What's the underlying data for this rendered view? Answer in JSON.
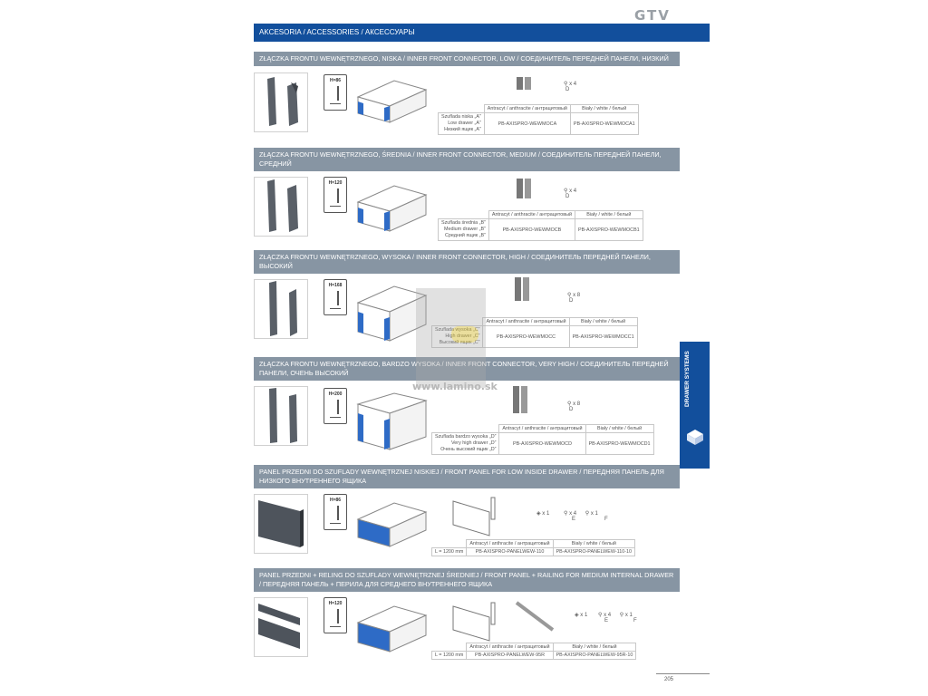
{
  "brand": {
    "logo": "GTV"
  },
  "header": {
    "title": "AKCESORIA / ACCESSORIES / АКСЕССУАРЫ"
  },
  "col_anthracite": "Antracyt / anthracite / антрацитовый",
  "col_white": "Biały / white / белый",
  "sections": [
    {
      "title": "ZŁĄCZKA FRONTU WEWNĘTRZNEGO, NISKA / INNER FRONT CONNECTOR, LOW / СОЕДИНИТЕЛЬ ПЕРЕДНЕЙ ПАНЕЛИ, НИЗКИЙ",
      "h_label": "H=86",
      "row_label_1": "Szuflada niska „A”",
      "row_label_2": "Low drawer „A”",
      "row_label_3": "Низкий ящик „A”",
      "code_anthracite": "PB-AXISPRO-WEWMOCA",
      "code_white": "PB-AXISPRO-WEWMOCA1",
      "screw_qty": "x 4",
      "screw_letter": "D"
    },
    {
      "title": "ZŁĄCZKA FRONTU WEWNĘTRZNEGO, ŚREDNIA / INNER FRONT CONNECTOR, MEDIUM / СОЕДИНИТЕЛЬ ПЕРЕДНЕЙ ПАНЕЛИ, СРЕДНИЙ",
      "h_label": "H=120",
      "row_label_1": "Szuflada średnia „B”",
      "row_label_2": "Medium drawer „B”",
      "row_label_3": "Средний ящик „B”",
      "code_anthracite": "PB-AXISPRO-WEWMOCB",
      "code_white": "PB-AXISPRO-WEWMOCB1",
      "screw_qty": "x 4",
      "screw_letter": "D"
    },
    {
      "title": "ZŁĄCZKA FRONTU WEWNĘTRZNEGO, WYSOKA / INNER FRONT CONNECTOR, HIGH / СОЕДИНИТЕЛЬ ПЕРЕДНЕЙ ПАНЕЛИ, ВЫСОКИЙ",
      "h_label": "H=168",
      "row_label_1": "Szuflada wysoka „C”",
      "row_label_2": "High drawer „C”",
      "row_label_3": "Высокий ящик „C”",
      "code_anthracite": "PB-AXISPRO-WEWMOCC",
      "code_white": "PB-AXISPRO-WEWMOCC1",
      "screw_qty": "x 8",
      "screw_letter": "D"
    },
    {
      "title": "ZŁĄCZKA FRONTU WEWNĘTRZNEGO, BARDZO WYSOKA / INNER FRONT CONNECTOR, VERY HIGH / СОЕДИНИТЕЛЬ ПЕРЕДНЕЙ ПАНЕЛИ, ОЧЕНЬ ВЫСОКИЙ",
      "h_label": "H=200",
      "row_label_1": "Szuflada bardzo wysoka „D”",
      "row_label_2": "Very high drawer „D”",
      "row_label_3": "Очень высокий ящик „D”",
      "code_anthracite": "PB-AXISPRO-WEWMOCD",
      "code_white": "PB-AXISPRO-WEWMOCD1",
      "screw_qty": "x 8",
      "screw_letter": "D"
    },
    {
      "title": "PANEL PRZEDNI DO SZUFLADY WEWNĘTRZNEJ NISKIEJ / FRONT PANEL FOR LOW INSIDE DRAWER / ПЕРЕДНЯЯ ПАНЕЛЬ ДЛЯ НИЗКОГО ВНУТРЕННЕГО ЯЩИКА",
      "h_label": "H=86",
      "length_label": "L = 1200 mm",
      "code_anthracite": "PB-AXISPRO-PANELWEW-110",
      "code_white": "PB-AXISPRO-PANELWEW-110-10",
      "clip_qty": "x 1",
      "screw_qty": "x 4",
      "screw_letter": "E",
      "pin_qty": "x 1",
      "pin_letter": "F"
    },
    {
      "title": "PANEL PRZEDNI + RELING DO SZUFLADY WEWNĘTRZNEJ ŚREDNIEJ / FRONT PANEL + RAILING FOR MEDIUM INTERNAL DRAWER / ПЕРЕДНЯЯ ПАНЕЛЬ + ПЕРИЛА ДЛЯ СРЕДНЕГО ВНУТРЕННЕГО ЯЩИКА",
      "h_label": "H=120",
      "length_label": "L = 1200 mm",
      "code_anthracite": "PB-AXISPRO-PANELWEW-95R",
      "code_white": "PB-AXISPRO-PANELWEW-95R-10",
      "clip_qty": "x 1",
      "screw_qty": "x 4",
      "screw_letter": "E",
      "pin_qty": "x 1",
      "pin_letter": "F"
    }
  ],
  "side_tab": {
    "label": "DRAWER SYSTEMS"
  },
  "watermark": {
    "text": "www.lamino.sk"
  },
  "footer": {
    "page_number": "205"
  }
}
